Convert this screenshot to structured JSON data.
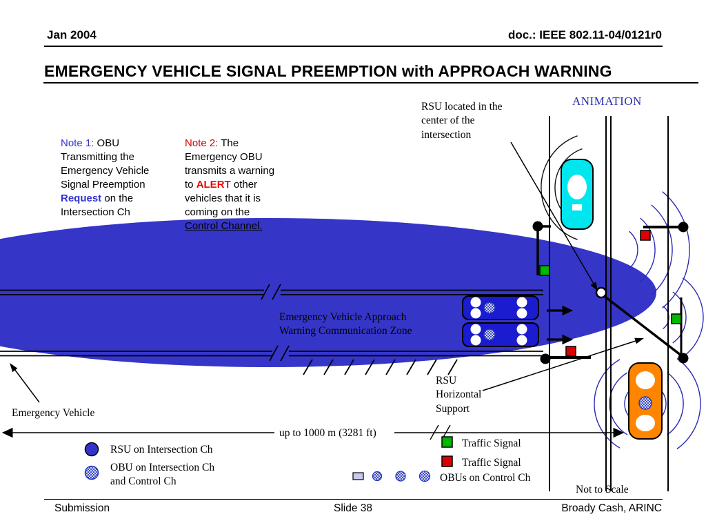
{
  "header": {
    "date": "Jan 2004",
    "doc_number": "doc.: IEEE 802.11-04/0121r0",
    "title": "EMERGENCY VEHICLE SIGNAL PREEMPTION with APPROACH WARNING"
  },
  "annotations": {
    "animation": "ANIMATION",
    "rsu_location": "RSU located in the\ncenter of   the\nintersection",
    "note1": {
      "label": "Note 1:",
      "body1": " OBU Transmitting the Emergency Vehicle Signal Preemption ",
      "highlight": "Request",
      "body2": " on the Intersection Ch"
    },
    "note2": {
      "label": "Note 2:",
      "body1": " The Emergency OBU transmits a warning to ",
      "highlight": "ALERT",
      "body2": " other vehicles that it is coming on the ",
      "underlined": "Control Channel."
    },
    "comm_zone": "Emergency Vehicle Approach\nWarning Communication Zone",
    "rsu_support": "RSU\nHorizontal\nSupport",
    "emergency_vehicle": "Emergency Vehicle",
    "distance": "up to 1000 m (3281 ft)",
    "not_to_scale": "Not to Scale"
  },
  "legend": {
    "rsu": "RSU on Intersection Ch",
    "obu": "OBU on Intersection Ch\nand Control Ch",
    "traffic_signal_green": "Traffic Signal",
    "traffic_signal_red": "Traffic Signal",
    "obus_control": "OBUs on Control Ch"
  },
  "footer": {
    "left": "Submission",
    "center": "Slide 38",
    "right": "Broady Cash, ARINC"
  },
  "colors": {
    "zone_blue": "#3535c8",
    "vehicle_blue": "#1b1bd0",
    "accent_blue": "#3333cc",
    "car_cyan": "#00e6ee",
    "car_orange": "#ff8500",
    "signal_green": "#00b800",
    "signal_red": "#dd0000"
  }
}
